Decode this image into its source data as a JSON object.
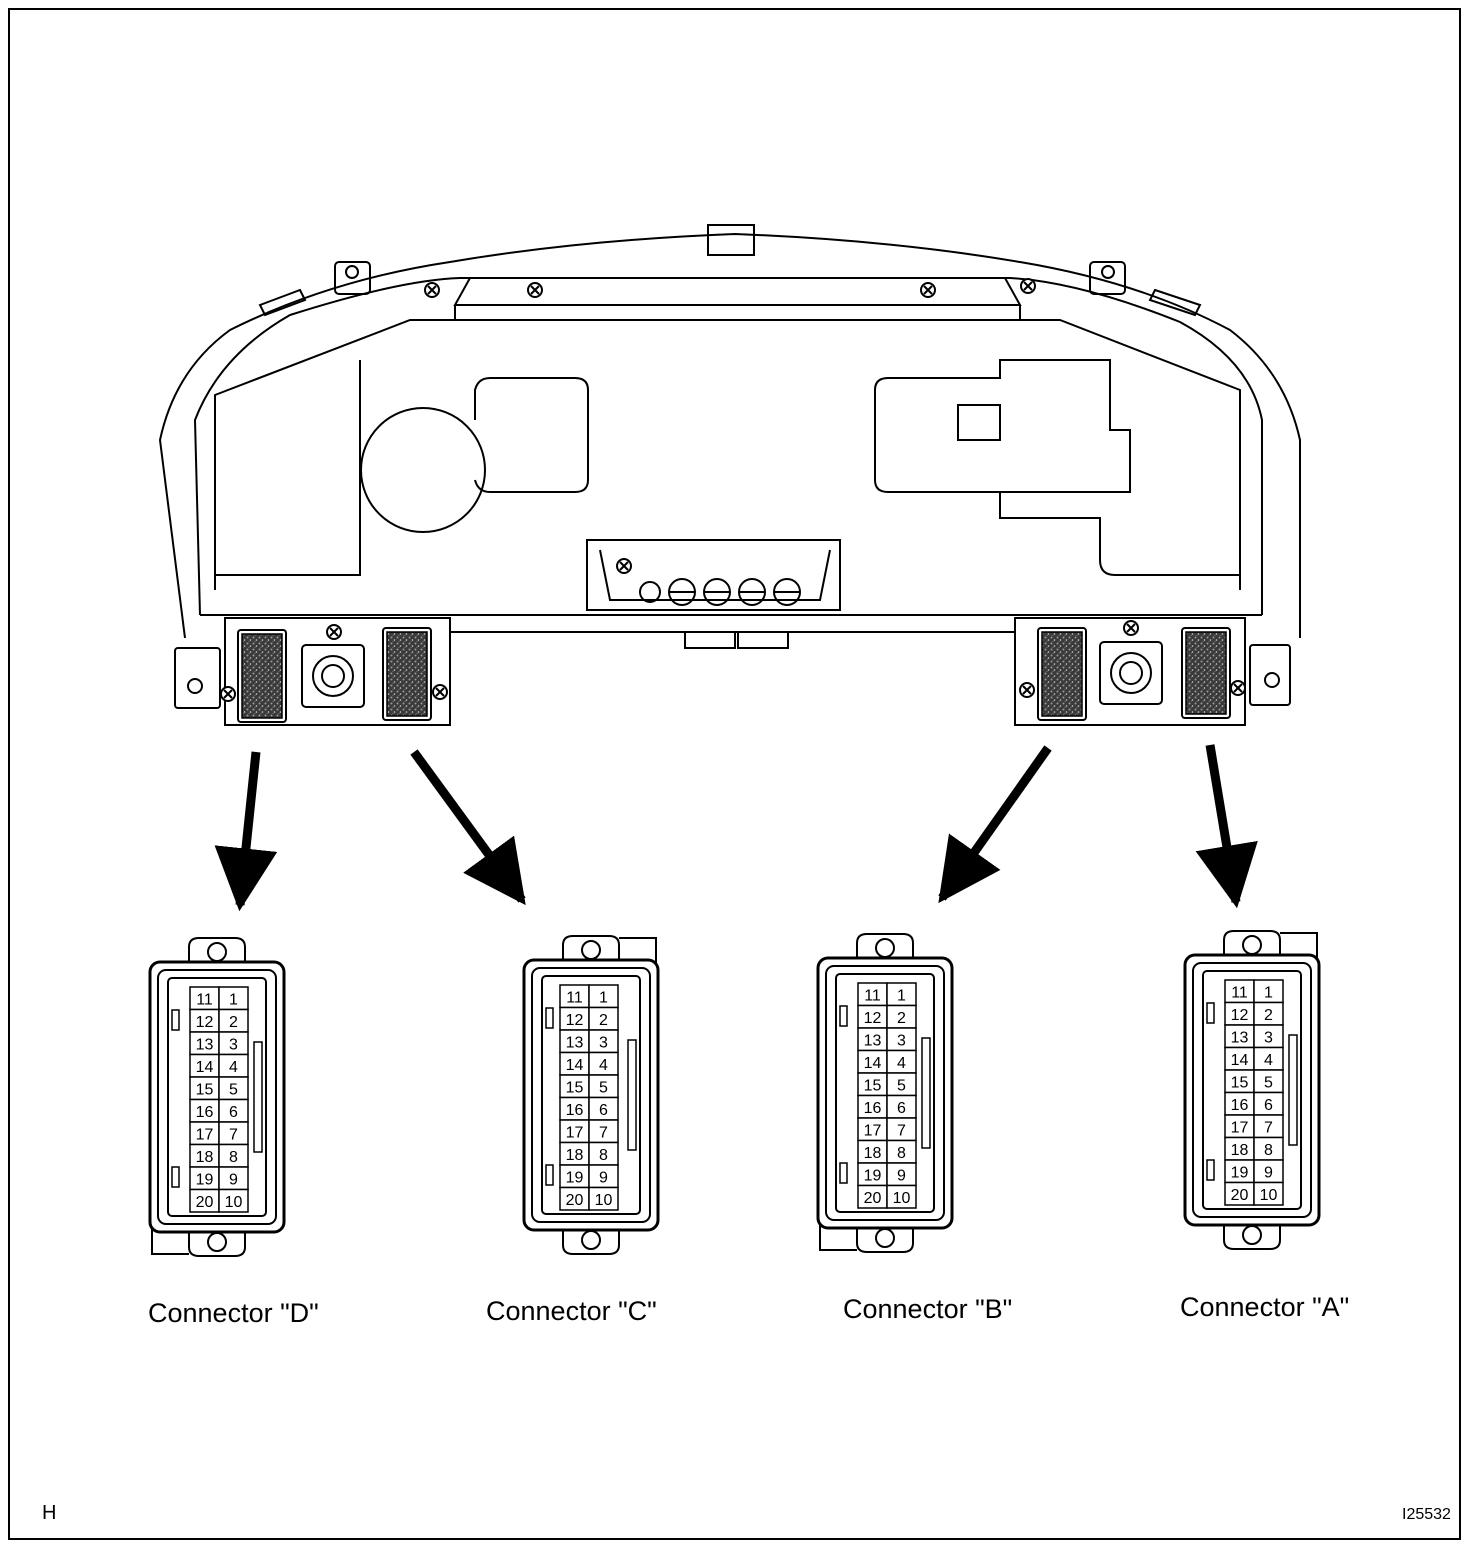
{
  "connectors": [
    {
      "id": "D",
      "label": "Connector \"D\""
    },
    {
      "id": "C",
      "label": "Connector \"C\""
    },
    {
      "id": "B",
      "label": "Connector \"B\""
    },
    {
      "id": "A",
      "label": "Connector \"A\""
    }
  ],
  "pin_rows": [
    [
      "11",
      "1"
    ],
    [
      "12",
      "2"
    ],
    [
      "13",
      "3"
    ],
    [
      "14",
      "4"
    ],
    [
      "15",
      "5"
    ],
    [
      "16",
      "6"
    ],
    [
      "17",
      "7"
    ],
    [
      "18",
      "8"
    ],
    [
      "19",
      "9"
    ],
    [
      "20",
      "10"
    ]
  ],
  "corner_left": "H",
  "figure_code": "I25532"
}
